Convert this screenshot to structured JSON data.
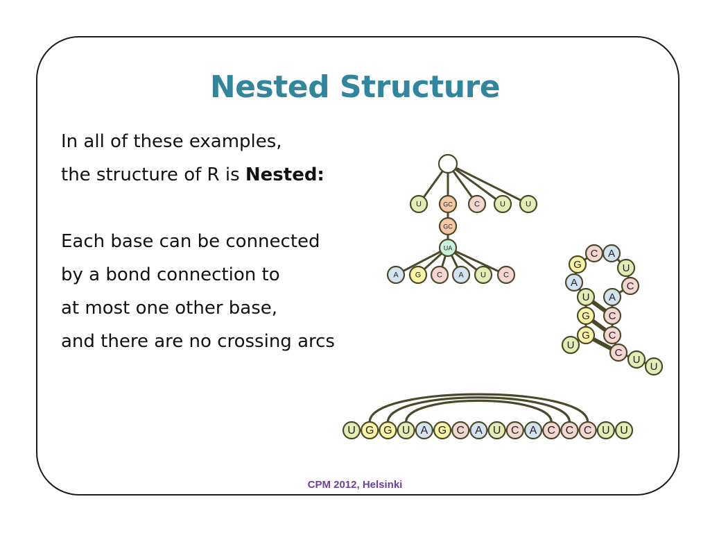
{
  "slide": {
    "title": "Nested Structure",
    "text": {
      "line1": "In all of these examples,",
      "line2_pre": "the structure of R is ",
      "line2_bold": "Nested:",
      "line3": "Each base can be connected",
      "line4": "by a bond connection to",
      "line5": "at most one other base,",
      "line6": "and there are no crossing arcs"
    },
    "footer": "CPM 2012, Helsinki"
  },
  "colors": {
    "title": "#31859c",
    "footer": "#6b3fa0",
    "stroke": "#4a4a2a",
    "U": "#e3ecb4",
    "G": "#fbf3a6",
    "C": "#f5d6d2",
    "A": "#d4e3f2",
    "GC": "#f6c9a6",
    "UA": "#c9f2dc"
  },
  "tree": {
    "root_children": [
      "U",
      "GC",
      "C",
      "U",
      "U"
    ],
    "stem": [
      "GC",
      "UA"
    ],
    "leaves": [
      "A",
      "G",
      "C",
      "A",
      "U",
      "C"
    ]
  },
  "hairpin": {
    "bases": [
      "U",
      "G",
      "G",
      "U",
      "A",
      "G",
      "C",
      "A",
      "U",
      "C",
      "A",
      "C",
      "C",
      "C",
      "U",
      "U"
    ],
    "pairs": [
      [
        1,
        13
      ],
      [
        2,
        12
      ],
      [
        3,
        11
      ]
    ]
  },
  "arc_sequence": {
    "bases": [
      "U",
      "G",
      "G",
      "U",
      "A",
      "G",
      "C",
      "A",
      "U",
      "C",
      "A",
      "C",
      "C",
      "C",
      "U",
      "U"
    ],
    "pairs": [
      [
        1,
        13
      ],
      [
        2,
        12
      ],
      [
        3,
        11
      ]
    ]
  }
}
